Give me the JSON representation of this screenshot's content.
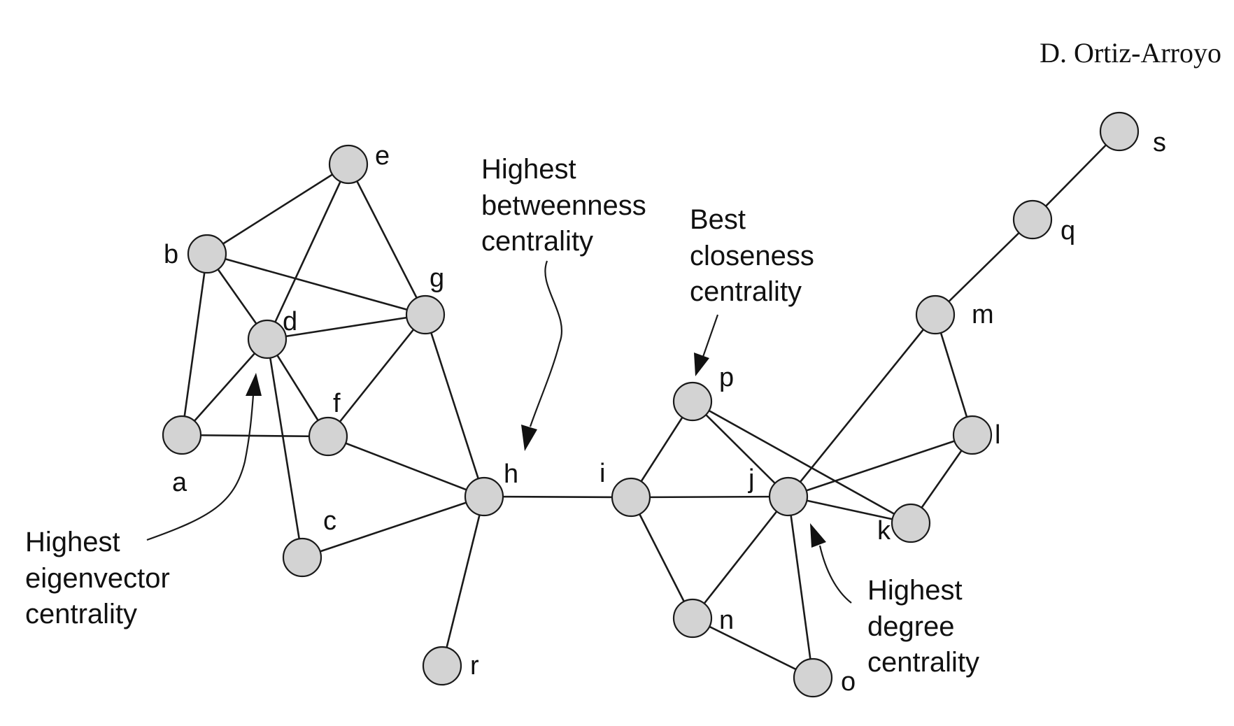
{
  "header": {
    "author": "D. Ortiz-Arroyo"
  },
  "nodes": [
    {
      "id": "a",
      "label": "a"
    },
    {
      "id": "b",
      "label": "b"
    },
    {
      "id": "c",
      "label": "c"
    },
    {
      "id": "d",
      "label": "d"
    },
    {
      "id": "e",
      "label": "e"
    },
    {
      "id": "f",
      "label": "f"
    },
    {
      "id": "g",
      "label": "g"
    },
    {
      "id": "h",
      "label": "h"
    },
    {
      "id": "i",
      "label": "i"
    },
    {
      "id": "j",
      "label": "j"
    },
    {
      "id": "k",
      "label": "k"
    },
    {
      "id": "l",
      "label": "l"
    },
    {
      "id": "m",
      "label": "m"
    },
    {
      "id": "n",
      "label": "n"
    },
    {
      "id": "o",
      "label": "o"
    },
    {
      "id": "p",
      "label": "p"
    },
    {
      "id": "q",
      "label": "q"
    },
    {
      "id": "r",
      "label": "r"
    },
    {
      "id": "s",
      "label": "s"
    }
  ],
  "edges": [
    [
      "e",
      "b"
    ],
    [
      "e",
      "d"
    ],
    [
      "e",
      "g"
    ],
    [
      "b",
      "d"
    ],
    [
      "b",
      "g"
    ],
    [
      "b",
      "a"
    ],
    [
      "d",
      "g"
    ],
    [
      "d",
      "a"
    ],
    [
      "d",
      "f"
    ],
    [
      "d",
      "c"
    ],
    [
      "a",
      "f"
    ],
    [
      "f",
      "g"
    ],
    [
      "f",
      "h"
    ],
    [
      "g",
      "h"
    ],
    [
      "c",
      "h"
    ],
    [
      "h",
      "r"
    ],
    [
      "h",
      "i"
    ],
    [
      "i",
      "p"
    ],
    [
      "i",
      "j"
    ],
    [
      "i",
      "n"
    ],
    [
      "p",
      "j"
    ],
    [
      "p",
      "k"
    ],
    [
      "j",
      "n"
    ],
    [
      "j",
      "o"
    ],
    [
      "n",
      "o"
    ],
    [
      "j",
      "k"
    ],
    [
      "j",
      "l"
    ],
    [
      "j",
      "m"
    ],
    [
      "k",
      "l"
    ],
    [
      "m",
      "l"
    ],
    [
      "m",
      "q"
    ],
    [
      "q",
      "s"
    ]
  ],
  "annotations": {
    "betweenness": [
      "Highest",
      "betweenness",
      "centrality"
    ],
    "closeness": [
      "Best",
      "closeness",
      "centrality"
    ],
    "eigenvector": [
      "Highest",
      "eigenvector",
      "centrality"
    ],
    "degree": [
      "Highest",
      "degree",
      "centrality"
    ]
  }
}
